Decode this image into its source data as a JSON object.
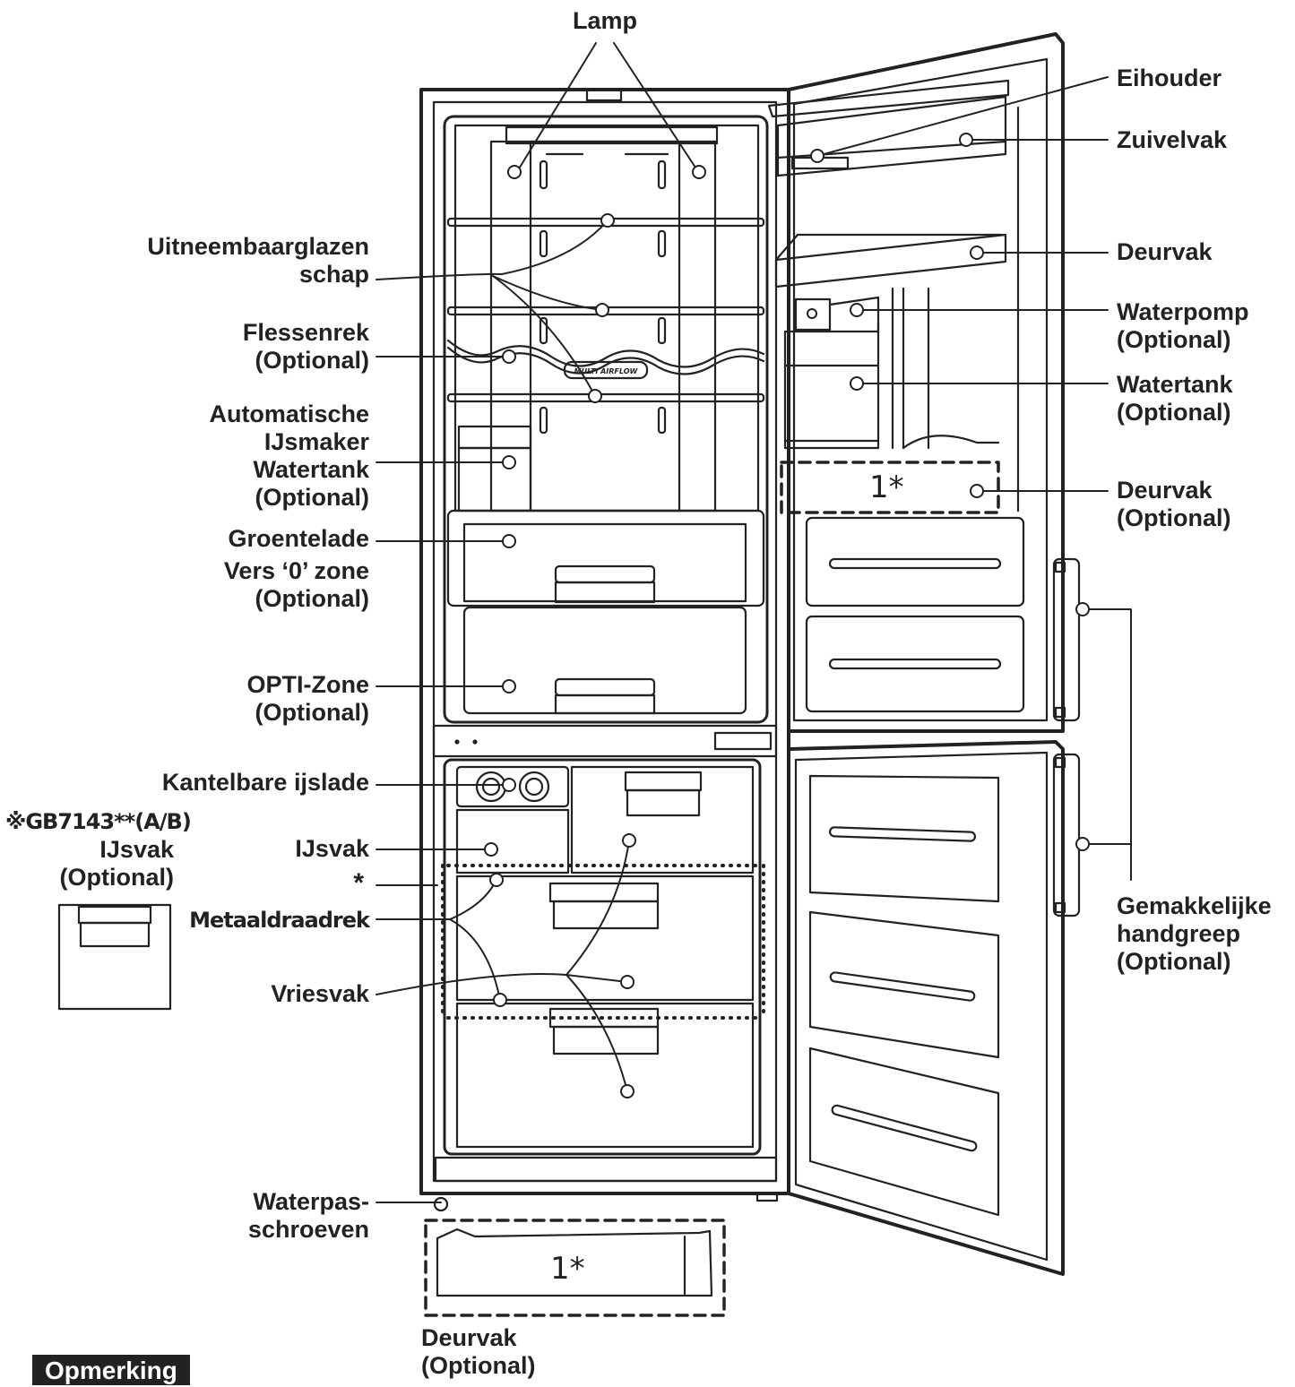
{
  "labels": {
    "lamp": "Lamp",
    "shelf": [
      "Uitneembaarglazen",
      "schap"
    ],
    "bottle_rack": [
      "Flessenrek",
      "(Optional)"
    ],
    "ice_maker_tank": [
      "Automatische",
      "IJsmaker",
      "Watertank",
      "(Optional)"
    ],
    "vegetable_drawer": "Groentelade",
    "fresh_zone": [
      "Vers ‘0’ zone",
      "(Optional)"
    ],
    "opti_zone": [
      "OPTI-Zone",
      "(Optional)"
    ],
    "ice_tray": "Kantelbare ijslade",
    "ice_box": "IJsvak",
    "asterisk": "*",
    "wire_rack": "Metaaldraadrek",
    "freezer_drawer": "Vriesvak",
    "leveling_screws": [
      "Waterpas-",
      "schroeven"
    ],
    "egg_holder": "Eihouder",
    "dairy_box": "Zuivelvak",
    "door_basket": "Deurvak",
    "water_pump": [
      "Waterpomp",
      "(Optional)"
    ],
    "water_tank": [
      "Watertank",
      "(Optional)"
    ],
    "door_basket_optional": [
      "Deurvak",
      "(Optional)"
    ],
    "handle": [
      "Gemakkelijke",
      "handgreep",
      "(Optional)"
    ],
    "bottom_door_basket": [
      "Deurvak",
      "(Optional)"
    ],
    "model_note": [
      "※GB7143**(A/B)",
      "IJsvak",
      "(Optional)"
    ],
    "one_star": "1*",
    "airflow": "MULTI AIRFLOW"
  },
  "note_badge": "Opmerking"
}
